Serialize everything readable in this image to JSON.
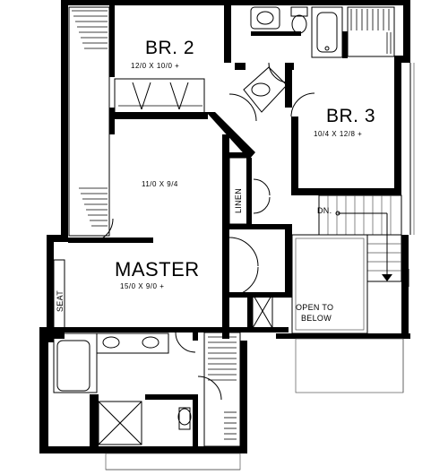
{
  "rooms": {
    "br2": {
      "name": "BR. 2",
      "dims": "12/0 X 10/0 +"
    },
    "br3": {
      "name": "BR. 3",
      "dims": "10/4 X 12/8 +"
    },
    "hall": {
      "dims": "11/0 X 9/4"
    },
    "master": {
      "name": "MASTER",
      "dims": "15/0 X 9/0 +"
    }
  },
  "labels": {
    "linen": "LINEN",
    "seat": "SEAT",
    "dn": "DN.",
    "open_line1": "OPEN TO",
    "open_line2": "BELOW"
  }
}
